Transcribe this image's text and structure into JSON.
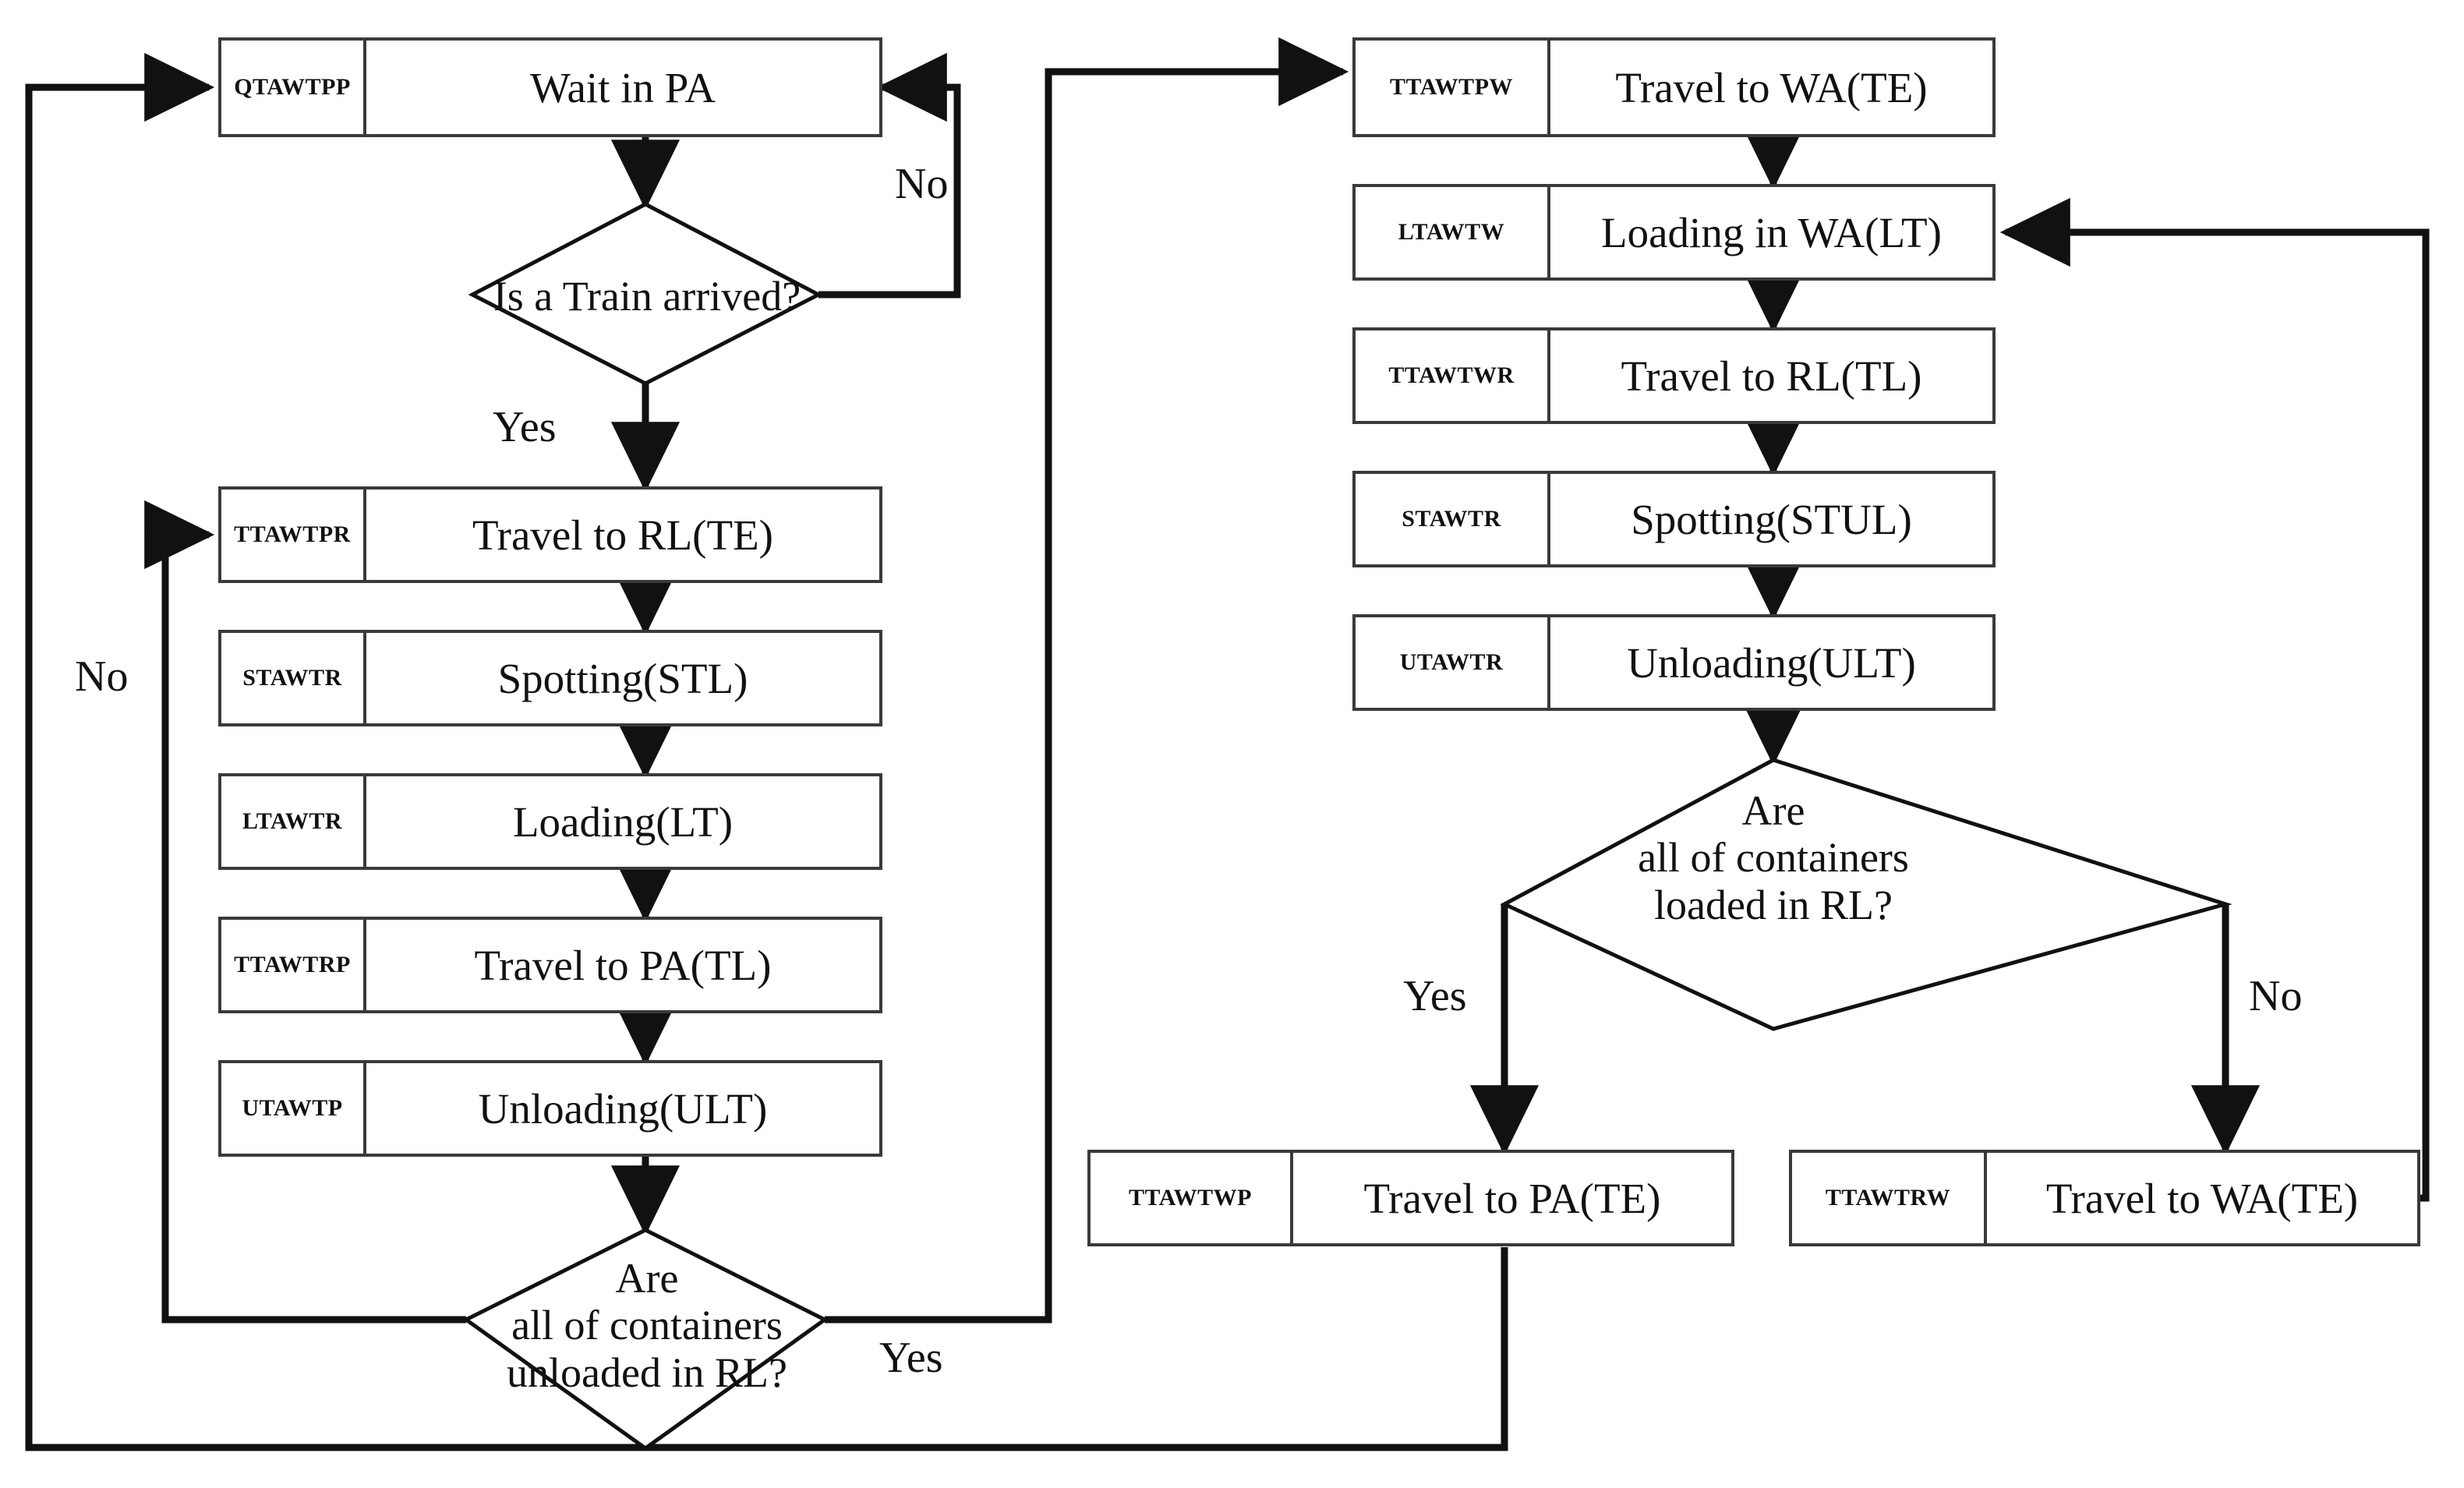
{
  "diagram": {
    "title": "Container terminal train handling flowchart",
    "colors": {
      "stroke": "#2b2b2b",
      "box_border": "#3a3a3a",
      "background": "#ffffff",
      "text": "#111111"
    },
    "nodes": [
      {
        "id": "wait_pa",
        "code": "QTAWTPP",
        "label": "Wait in PA"
      },
      {
        "id": "travel_rl_te",
        "code": "TTAWTPR",
        "label": "Travel to RL(TE)"
      },
      {
        "id": "spotting_stl",
        "code": "STAWTR",
        "label": "Spotting(STL)"
      },
      {
        "id": "loading_lt",
        "code": "LTAWTR",
        "label": "Loading(LT)"
      },
      {
        "id": "travel_pa_tl",
        "code": "TTAWTRP",
        "label": "Travel to PA(TL)"
      },
      {
        "id": "unloading_ult",
        "code": "UTAWTP",
        "label": "Unloading(ULT)"
      },
      {
        "id": "travel_wa_te",
        "code": "TTAWTPW",
        "label": "Travel to WA(TE)"
      },
      {
        "id": "loading_wa_lt",
        "code": "LTAWTW",
        "label": "Loading in WA(LT)"
      },
      {
        "id": "travel_rl_tl",
        "code": "TTAWTWR",
        "label": "Travel to RL(TL)"
      },
      {
        "id": "spotting_stul",
        "code": "STAWTR",
        "label": "Spotting(STUL)"
      },
      {
        "id": "unloading_ult2",
        "code": "UTAWTR",
        "label": "Unloading(ULT)"
      },
      {
        "id": "travel_pa_te",
        "code": "TTAWTWP",
        "label": "Travel to PA(TE)"
      },
      {
        "id": "travel_wa_te2",
        "code": "TTAWTRW",
        "label": "Travel to WA(TE)"
      }
    ],
    "decisions": [
      {
        "id": "train_arrived",
        "lines": [
          "Is a Train arrived?"
        ]
      },
      {
        "id": "unloaded_in_rl",
        "lines": [
          "Are",
          "all of containers",
          "unloaded in RL?"
        ]
      },
      {
        "id": "loaded_in_rl",
        "lines": [
          "Are",
          "all of containers",
          "loaded in RL?"
        ]
      }
    ],
    "edge_labels": {
      "train_no": "No",
      "train_yes": "Yes",
      "unloaded_no": "No",
      "unloaded_yes": "Yes",
      "loaded_yes": "Yes",
      "loaded_no": "No"
    }
  }
}
